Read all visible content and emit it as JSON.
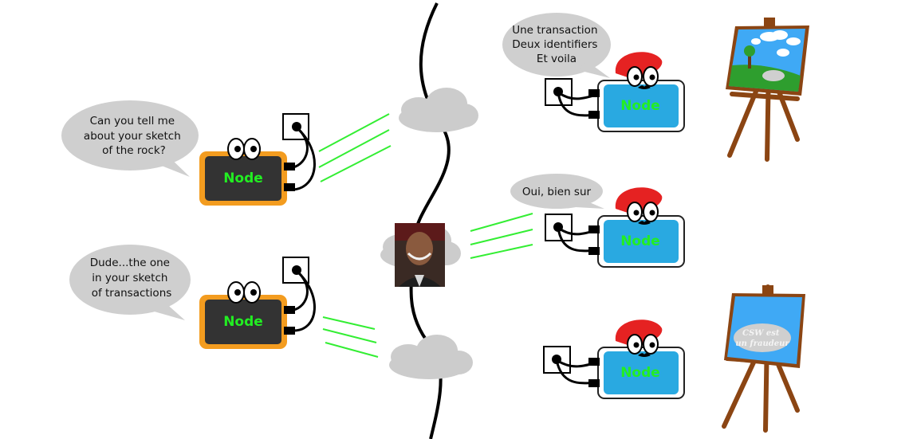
{
  "left_nodes": [
    {
      "bubble_lines": [
        "Can you tell me",
        "about your sketch",
        "of the rock?"
      ],
      "label": "Node"
    },
    {
      "bubble_lines": [
        "Dude...the one",
        "in your sketch",
        "of transactions"
      ],
      "label": "Node"
    }
  ],
  "right_nodes": [
    {
      "bubble_lines": [
        "Une transaction",
        "Deux identifiers",
        "Et voila"
      ],
      "label": "Node"
    },
    {
      "bubble_lines": [
        "Oui, bien sur"
      ],
      "label": "Node"
    },
    {
      "label": "Node"
    }
  ],
  "easel_bottom": {
    "canvas_lines": [
      "CSW est",
      "un fraudeur"
    ]
  },
  "colors": {
    "left_node_border": "#f39c1f",
    "left_node_fill": "#333333",
    "right_node_fill": "#29a9e1",
    "node_label": "#22ee22",
    "link_lines": "#33ee33",
    "beret": "#e52222",
    "cloud": "#cccccc",
    "bubble": "#cfcfcf",
    "easel_wood": "#8b4513",
    "sky": "#3fa9f5",
    "grass": "#2e9e2e"
  }
}
